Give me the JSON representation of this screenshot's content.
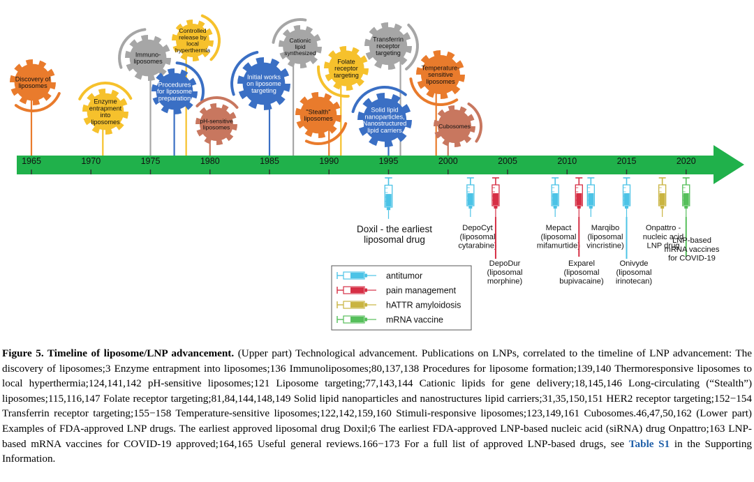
{
  "years": [
    "1965",
    "1970",
    "1975",
    "1980",
    "1985",
    "1990",
    "1995",
    "2000",
    "2005",
    "2010",
    "2015",
    "2020"
  ],
  "milestones": [
    {
      "text": [
        "Discovery of",
        "liposomes"
      ],
      "year": 1965,
      "color": "#e97b2c"
    },
    {
      "text": [
        "Enzyme",
        "entrapment",
        "into",
        "liposomes"
      ],
      "year": 1971,
      "color": "#f6c12c"
    },
    {
      "text": [
        "Immuno-",
        "liposomes"
      ],
      "year": 1975,
      "color": "#a6a6a6"
    },
    {
      "text": [
        "Procedures",
        "for liposome",
        "preparation"
      ],
      "year": 1977,
      "color": "#3a6fc4"
    },
    {
      "text": [
        "Controlled",
        "release by",
        "local",
        "hyperthermia"
      ],
      "year": 1978,
      "color": "#f6c12c"
    },
    {
      "text": [
        "pH-sensitive",
        "liposomes"
      ],
      "year": 1980,
      "color": "#c8775f"
    },
    {
      "text": [
        "Initial works",
        "on liposome",
        "targeting"
      ],
      "year": 1985,
      "color": "#3a6fc4"
    },
    {
      "text": [
        "Cationic",
        "lipid",
        "synthesized"
      ],
      "year": 1987,
      "color": "#a6a6a6"
    },
    {
      "text": [
        "\"Stealth\"",
        "liposomes"
      ],
      "year": 1990,
      "color": "#e97b2c"
    },
    {
      "text": [
        "Folate",
        "receptor",
        "targeting"
      ],
      "year": 1991,
      "color": "#f6c12c"
    },
    {
      "text": [
        "Solid lipid",
        "nanoparticles,",
        "Nanostructured",
        "lipid carriers"
      ],
      "year": 1995,
      "color": "#3a6fc4"
    },
    {
      "text": [
        "Transferrin",
        "receptor",
        "targeting"
      ],
      "year": 1996,
      "color": "#a6a6a6"
    },
    {
      "text": [
        "Temperature-",
        "sensitive",
        "liposomes"
      ],
      "year": 1999,
      "color": "#e97b2c"
    },
    {
      "text": [
        "Cubosomes"
      ],
      "year": 2000,
      "color": "#c8775f"
    }
  ],
  "drugs": [
    {
      "text": [
        "Doxil - the earliest",
        "liposomal drug"
      ],
      "year": 1995,
      "cat": "antitumor",
      "big": true
    },
    {
      "text": [
        "DepoCyt",
        "(liposomal",
        "cytarabine)"
      ],
      "year": 2002,
      "cat": "antitumor"
    },
    {
      "text": [
        "DepoDur",
        "(liposomal",
        "morphine)"
      ],
      "year": 2004,
      "cat": "pain"
    },
    {
      "text": [
        "Mepact",
        "(liposomal",
        "mifamurtide)"
      ],
      "year": 2009,
      "cat": "antitumor"
    },
    {
      "text": [
        "Exparel",
        "(liposomal",
        "bupivacaine)"
      ],
      "year": 2011,
      "cat": "pain"
    },
    {
      "text": [
        "Marqibo",
        "(liposomal",
        "vincristine)"
      ],
      "year": 2012,
      "cat": "antitumor"
    },
    {
      "text": [
        "Onivyde",
        "(liposomal",
        "irinotecan)"
      ],
      "year": 2015,
      "cat": "antitumor"
    },
    {
      "text": [
        "Onpattro -",
        "nucleic acid",
        "LNP drug"
      ],
      "year": 2018,
      "cat": "hattr"
    },
    {
      "text": [
        "LNP-based",
        "mRNA vaccines",
        "for COVID-19"
      ],
      "year": 2020,
      "cat": "mrna"
    }
  ],
  "legend": [
    {
      "key": "antitumor",
      "label": "antitumor",
      "color": "#4cc3e6"
    },
    {
      "key": "pain",
      "label": "pain management",
      "color": "#d62f45"
    },
    {
      "key": "hattr",
      "label": "hATTR amyloidosis",
      "color": "#c9b441"
    },
    {
      "key": "mrna",
      "label": "mRNA vaccine",
      "color": "#56bf5b"
    }
  ],
  "arrow_color": "#20b14b",
  "caption": {
    "label": "Figure 5. Timeline of liposome/LNP advancement.",
    "body": "(Upper part) Technological advancement. Publications on LNPs, correlated to the timeline of LNP advancement: The discovery of liposomes;3 Enzyme entrapment into liposomes;136 Immunoliposomes;80,137,138 Procedures for liposome formation;139,140 Thermoresponsive liposomes to local hyperthermia;124,141,142 pH-sensitive liposomes;121 Liposome targeting;77,143,144 Cationic lipids for gene delivery;18,145,146 Long-circulating (“Stealth”) liposomes;115,116,147 Folate receptor targeting;81,84,144,148,149 Solid lipid nanoparticles and nanostructures lipid carriers;31,35,150,151 HER2 receptor targeting;152−154 Transferrin receptor targeting;155−158 Temperature-sensitive liposomes;122,142,159,160 Stimuli-responsive liposomes;123,149,161 Cubosomes.46,47,50,162 (Lower part) Examples of FDA-approved LNP drugs. The earliest approved liposomal drug Doxil;6 The earliest FDA-approved LNP-based nucleic acid (siRNA) drug Onpattro;163 LNP-based mRNA vaccines for COVID-19 approved;164,165 Useful general reviews.166−173 For a full list of approved LNP-based drugs, see",
    "link": "Table S1",
    "tail": "in the Supporting Information."
  }
}
